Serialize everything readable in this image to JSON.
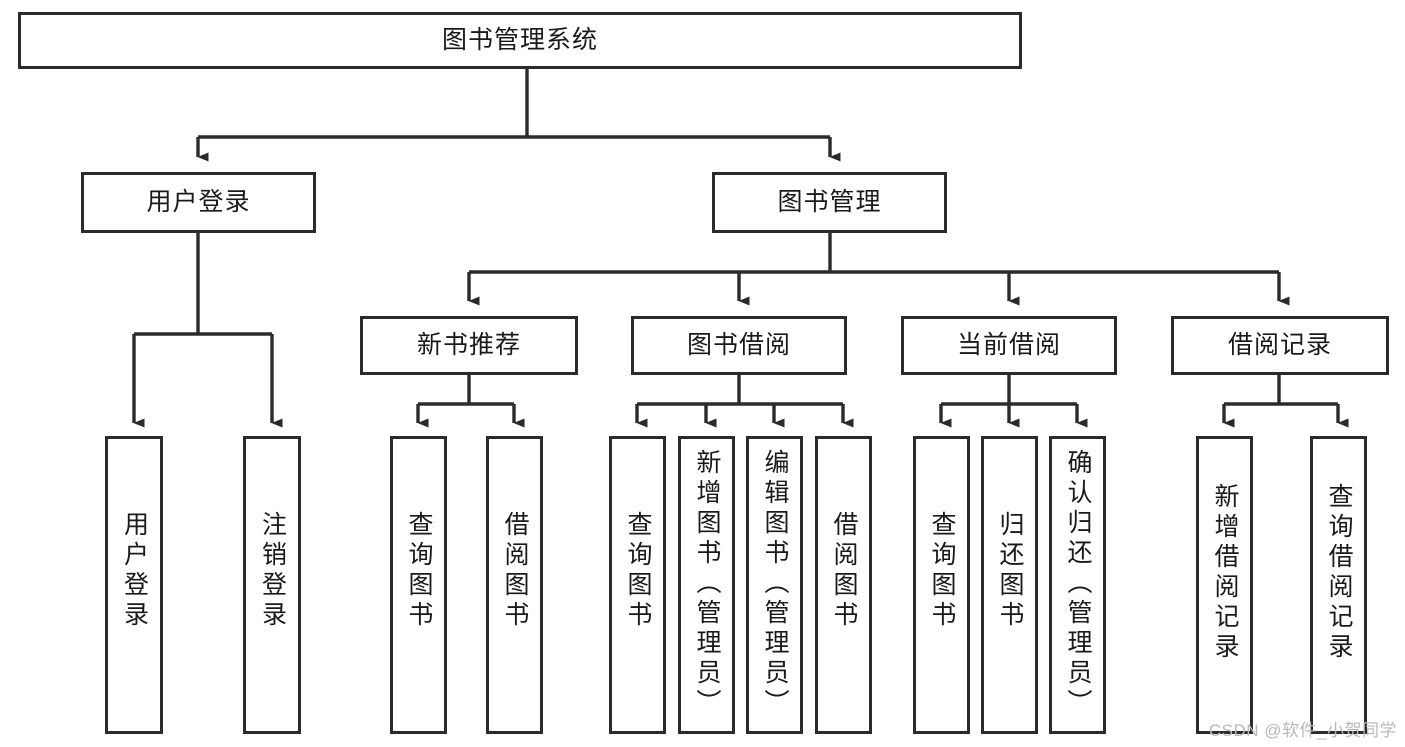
{
  "diagram": {
    "title": "图书管理系统",
    "watermark": "CSDN @软件_小贺同学",
    "stroke_color": "#2b2b2b",
    "background_color": "#ffffff",
    "text_color": "#1a1a1a",
    "watermark_color": "#b9b9b9",
    "type": "tree-hierarchy",
    "levels": 4,
    "nodes": {
      "root": {
        "label": "图书管理系统"
      },
      "level2": [
        {
          "id": "user-login",
          "label": "用户登录"
        },
        {
          "id": "book-management",
          "label": "图书管理"
        }
      ],
      "level3": [
        {
          "id": "new-book-recommend",
          "label": "新书推荐",
          "parent": "book-management"
        },
        {
          "id": "book-borrow",
          "label": "图书借阅",
          "parent": "book-management"
        },
        {
          "id": "current-borrow",
          "label": "当前借阅",
          "parent": "book-management"
        },
        {
          "id": "borrow-record",
          "label": "借阅记录",
          "parent": "book-management"
        }
      ],
      "leaves": [
        {
          "id": "leaf-user-login",
          "label": "用户登录",
          "parent": "user-login"
        },
        {
          "id": "leaf-logout-login",
          "label": "注销登录",
          "parent": "user-login"
        },
        {
          "id": "leaf-query-book-1",
          "label": "查询图书",
          "parent": "new-book-recommend"
        },
        {
          "id": "leaf-borrow-book-1",
          "label": "借阅图书",
          "parent": "new-book-recommend"
        },
        {
          "id": "leaf-query-book-2",
          "label": "查询图书",
          "parent": "book-borrow"
        },
        {
          "id": "leaf-add-book",
          "label": "新增图书（管理员）",
          "parent": "book-borrow"
        },
        {
          "id": "leaf-edit-book",
          "label": "编辑图书（管理员）",
          "parent": "book-borrow"
        },
        {
          "id": "leaf-borrow-book-2",
          "label": "借阅图书",
          "parent": "book-borrow"
        },
        {
          "id": "leaf-query-book-3",
          "label": "查询图书",
          "parent": "current-borrow"
        },
        {
          "id": "leaf-return-book",
          "label": "归还图书",
          "parent": "current-borrow"
        },
        {
          "id": "leaf-confirm-return",
          "label": "确认归还（管理员）",
          "parent": "current-borrow"
        },
        {
          "id": "leaf-add-record",
          "label": "新增借阅记录",
          "parent": "borrow-record"
        },
        {
          "id": "leaf-query-record",
          "label": "查询借阅记录",
          "parent": "borrow-record"
        }
      ]
    }
  }
}
